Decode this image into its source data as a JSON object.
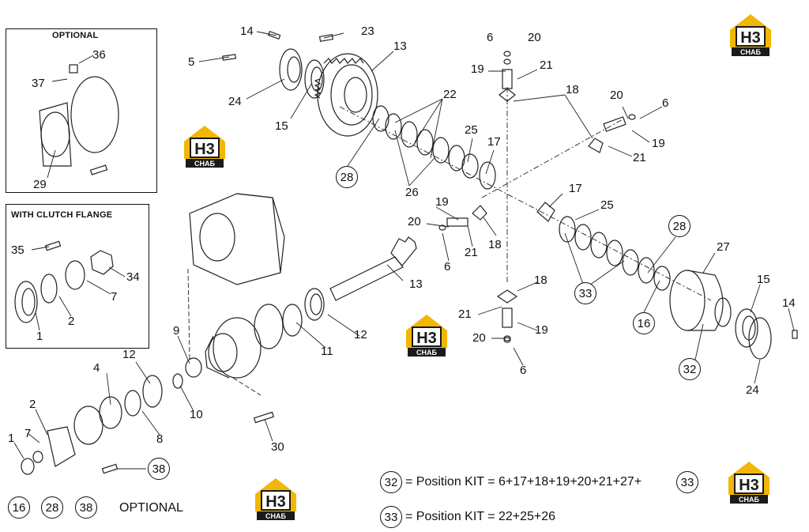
{
  "optional_box": {
    "title": "OPTIONAL"
  },
  "clutch_box": {
    "title": "WITH CLUTCH FLANGE"
  },
  "labels": {
    "p1a": "1",
    "p2a": "2",
    "p7a": "7",
    "p34": "34",
    "p35": "35",
    "p36": "36",
    "p37": "37",
    "p29": "29",
    "p1b": "1",
    "p7b": "7",
    "p2b": "2",
    "p4": "4",
    "p12a": "12",
    "p8": "8",
    "p9": "9",
    "p10": "10",
    "p11": "11",
    "p12b": "12",
    "p13a": "13",
    "p30": "30",
    "p14a": "14",
    "p23": "23",
    "p5": "5",
    "p24a": "24",
    "p15a": "15",
    "p13b": "13",
    "p22": "22",
    "p26": "26",
    "p25a": "25",
    "p17a": "17",
    "p6a": "6",
    "p20a": "20",
    "p19a": "19",
    "p21a": "21",
    "p18a": "18",
    "p20b": "20",
    "p6b": "6",
    "p19b": "19",
    "p21b": "21",
    "p17b": "17",
    "p25b": "25",
    "p19c": "19",
    "p20c": "20",
    "p6c": "6",
    "p21c": "21",
    "p18b": "18",
    "p18c": "18",
    "p21d": "21",
    "p19d": "19",
    "p20d": "20",
    "p6d": "6",
    "p27": "27",
    "p15b": "15",
    "p14b": "14",
    "p24b": "24"
  },
  "circled": {
    "c28a": "28",
    "c28b": "28",
    "c33": "33",
    "c16": "16",
    "c32": "32",
    "c38": "38",
    "eq32": "32",
    "eq33a": "33",
    "eq33": "33",
    "o16": "16",
    "o28": "28",
    "o38": "38"
  },
  "equations": {
    "kit32": "= Position KIT = 6+17+18+19+20+21+27+",
    "kit33": "= Position KIT = 22+25+26"
  },
  "optional_legend": "OPTIONAL",
  "logo": {
    "text_top": "H3",
    "text_bottom": "СНАБ",
    "accent": "#f2b705",
    "dark": "#1a1a1a"
  }
}
